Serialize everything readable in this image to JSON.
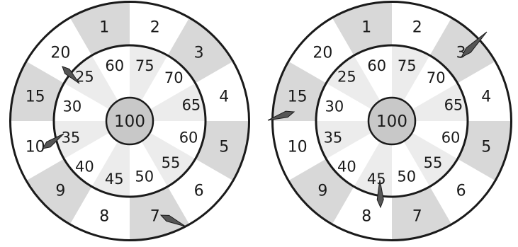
{
  "colors": {
    "background": "#ffffff",
    "shaded_sector": "#d8d8d8",
    "light_inner_sector": "#ececec",
    "bullseye": "#c8c8c8",
    "stroke": "#1a1a1a",
    "dart": "#555555"
  },
  "boards": [
    {
      "id": "left",
      "outer_labels": [
        "1",
        "2",
        "3",
        "4",
        "5",
        "6",
        "7",
        "8",
        "9",
        "10",
        "15",
        "20"
      ],
      "outer_shaded": [
        true,
        false,
        true,
        false,
        true,
        false,
        true,
        false,
        true,
        false,
        true,
        false
      ],
      "inner_labels": [
        "75",
        "70",
        "65",
        "60",
        "55",
        "50",
        "45",
        "40",
        "35",
        "30",
        "25",
        "60"
      ],
      "inner_shaded": [
        true,
        false,
        true,
        false,
        true,
        false,
        true,
        false,
        true,
        false,
        true,
        false
      ],
      "bullseye_label": "100",
      "darts": [
        {
          "target": "inner-25",
          "icon": "dart-icon"
        },
        {
          "target": "inner-35",
          "icon": "dart-icon"
        },
        {
          "target": "outer-7",
          "icon": "dart-icon"
        }
      ]
    },
    {
      "id": "right",
      "outer_labels": [
        "1",
        "2",
        "3",
        "4",
        "5",
        "6",
        "7",
        "8",
        "9",
        "10",
        "15",
        "20"
      ],
      "outer_shaded": [
        true,
        false,
        true,
        false,
        true,
        false,
        true,
        false,
        true,
        false,
        true,
        false
      ],
      "inner_labels": [
        "75",
        "70",
        "65",
        "60",
        "55",
        "50",
        "45",
        "40",
        "35",
        "30",
        "25",
        "60"
      ],
      "inner_shaded": [
        true,
        false,
        true,
        false,
        true,
        false,
        true,
        false,
        true,
        false,
        true,
        false
      ],
      "bullseye_label": "100",
      "darts": [
        {
          "target": "outer-3",
          "icon": "dart-icon"
        },
        {
          "target": "outer-15",
          "icon": "dart-icon"
        },
        {
          "target": "inner-45",
          "icon": "dart-icon"
        }
      ]
    }
  ]
}
